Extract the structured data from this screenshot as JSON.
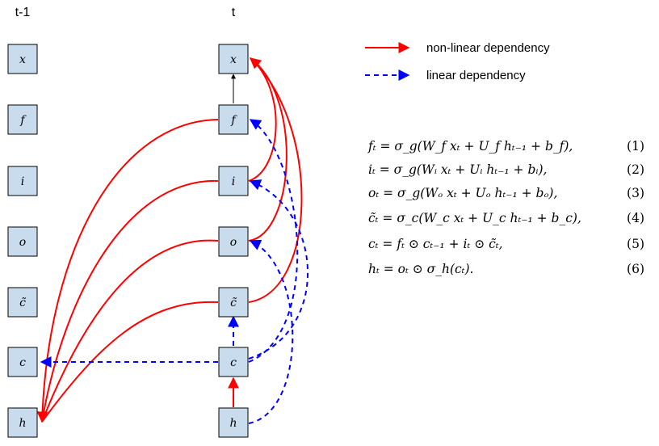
{
  "columns": {
    "prev": "t-1",
    "curr": "t"
  },
  "nodes": [
    "x",
    "f",
    "i",
    "o",
    "c̃",
    "c",
    "h"
  ],
  "legend": {
    "nonlinear": {
      "label": "non-linear dependency",
      "color": "#ff0000"
    },
    "linear": {
      "label": "linear dependency",
      "color": "#0000ff"
    }
  },
  "equations": [
    {
      "text": "fₜ = σ_g(W_f xₜ + U_f hₜ₋₁ + b_f),",
      "num": "(1)"
    },
    {
      "text": "iₜ = σ_g(Wᵢ xₜ + Uᵢ hₜ₋₁ + bᵢ),",
      "num": "(2)"
    },
    {
      "text": "oₜ = σ_g(Wₒ xₜ + Uₒ hₜ₋₁ + bₒ),",
      "num": "(3)"
    },
    {
      "text": "c̃ₜ = σ_c(W_c xₜ + U_c hₜ₋₁ + b_c),",
      "num": "(4)"
    },
    {
      "text": "cₜ = fₜ ⊙ cₜ₋₁ + iₜ ⊙ c̃ₜ,",
      "num": "(5)"
    },
    {
      "text": "hₜ = oₜ ⊙ σ_h(cₜ).",
      "num": "(6)"
    }
  ]
}
